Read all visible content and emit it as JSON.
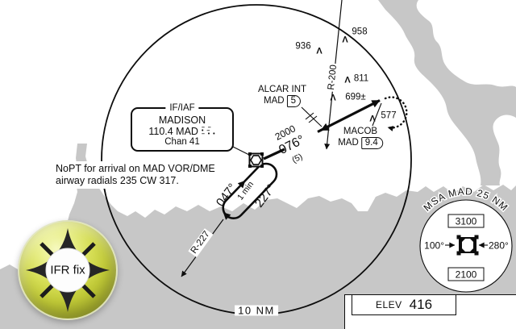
{
  "procedure": {
    "vor_box": {
      "top_label": "IF/IAF",
      "name": "MADISON",
      "freq_ident": "110.4  MAD",
      "chan": "Chan 41",
      "morse": [
        "– –",
        "• –",
        "– • •"
      ]
    },
    "note": {
      "line1": "NoPT for arrival on MAD VOR/DME",
      "line2": "airway radials 235 CW 317."
    },
    "alcar": {
      "name": "ALCAR INT",
      "facility": "MAD",
      "dme": "5"
    },
    "macob": {
      "name": "MACOB",
      "facility": "MAD",
      "dme": "9.4"
    },
    "course": {
      "altitude": "2000",
      "course": "076°",
      "distance": "(5)"
    },
    "hold": {
      "inbound": "047°",
      "time": "1 min",
      "outbound": "227°"
    },
    "radial_200": "R-200",
    "radial_227": "R-227",
    "obstacles": {
      "o936": "936",
      "o958": "958",
      "o811": "811",
      "o699": "699±",
      "o577": "577"
    },
    "obstacle_glyph": "Λ",
    "ring_label": "10 NM",
    "msa": {
      "title": "MSA MAD 25 NM",
      "upper": "3100",
      "lower": "2100",
      "left": "100°",
      "right": "280°"
    },
    "airport": {
      "elev_label": "ELEV",
      "elev_value": "416"
    },
    "logo_text": "IFR fix",
    "colors": {
      "water": "#c7c7c7",
      "ink": "#0d0d0d",
      "logo_yellow": "#ccd444"
    }
  }
}
